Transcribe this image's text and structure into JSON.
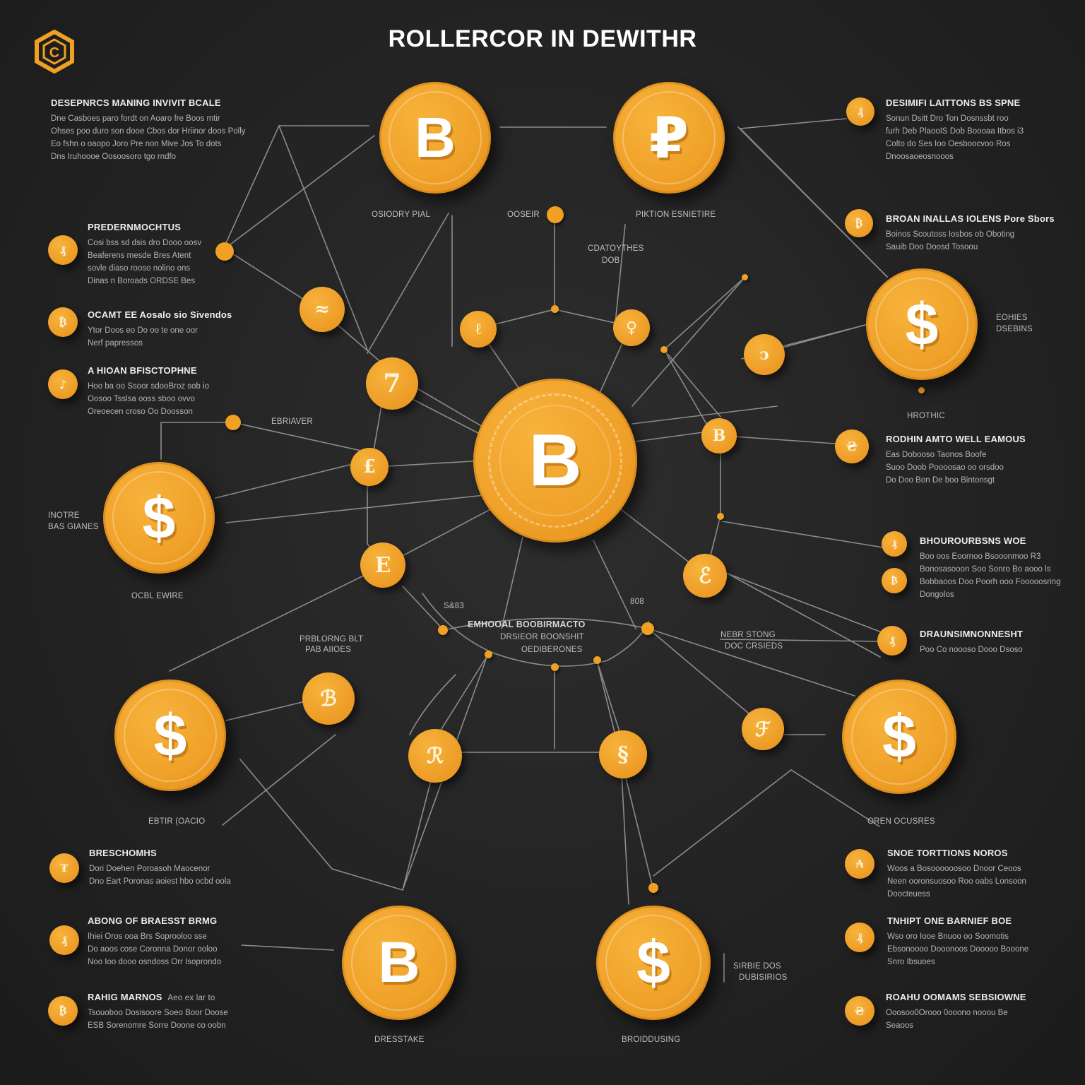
{
  "title": "ROLLERCOR IN DEWITHR",
  "brand_color": "#f0a022",
  "logo_icon": "hexagon-c-logo",
  "big_coins": [
    {
      "symbol": "B",
      "icon": "bitcoin-icon"
    },
    {
      "symbol": "₽",
      "icon": "coin-symbol-icon"
    },
    {
      "symbol": "$",
      "icon": "dollar-icon"
    },
    {
      "symbol": "$",
      "icon": "dollar-icon"
    },
    {
      "symbol": "$",
      "icon": "dollar-icon"
    },
    {
      "symbol": "$",
      "icon": "dollar-icon"
    },
    {
      "symbol": "B",
      "icon": "bitcoin-icon"
    },
    {
      "symbol": "$",
      "icon": "dollar-icon"
    },
    {
      "symbol": "B",
      "icon": "bitcoin-icon"
    }
  ],
  "small_nodes": [
    "≈",
    "ℓ",
    "♀",
    "ↄ",
    "7",
    "£",
    "E",
    "B",
    "ℰ",
    "ℬ",
    "ℛ",
    "§",
    "ℯ",
    "ℱ"
  ],
  "labels": [
    "OSIODRY PIAL",
    "OOSEIR",
    "PIKTION ESNIETIRE",
    "CDATOYTHES",
    "DOB",
    "EBRIAVER",
    "INOTRE",
    "BAS GIANES",
    "OCBL EWIRE",
    "EOHIES",
    "DSEBINS",
    "HROTHIC",
    "EMHOOAL BOOBIRMACTO",
    "DRSIEOR BOONSHIT",
    "OEDIBERONES",
    "S&83",
    "808",
    "PRBLORNG BLT",
    "PAB AIIOES",
    "NEBR STONG",
    "DOC CRSIEDS",
    "EBTIR (OACIO",
    "OREN OCUSRES",
    "SIRBIE DOS",
    "DUBISIRIOS",
    "DRESSTAKE",
    "BROIDDUSING"
  ],
  "left_blocks": [
    {
      "heading": "DESEPNRCS MANING INVIVIT BCALE",
      "lines": [
        "Dne Casboes paro fordt on Aoaro fre Boos mtir",
        "Ohses poo duro son dooe Cbos dor Hriinor doos Polly",
        "Eo fshn o oaopo Joro Pre non Mive Jos To dots",
        "Dns Iruhoooe Oosoosoro tgo rndfo"
      ]
    },
    {
      "heading": "PREDERNMOCHTUS",
      "lines": [
        "Cosi bss sd dsis dro Dooo oosv",
        "Beaferens mesde Bres Atent",
        "sovle diaso rooso nolino ons",
        "Dinas n Boroads ORDSE Bes"
      ]
    },
    {
      "heading": "OCAMT EE Aosalo sio Sivendos",
      "lines": [
        "Ytor Doos eo Do oo te one oor",
        "Nerf papressos"
      ]
    },
    {
      "heading": "A HIOAN BFISCTOPHNE",
      "lines": [
        "Hoo ba oo Ssoor sdooBroz sob io",
        "Oosoo Tsslsa ooss sboo ovvo",
        "Oreoecen croso Oo Doosson"
      ]
    },
    {
      "heading": "BRESCHOMHS",
      "lines": [
        "Dori Doehen Poroasoh Maocenor",
        "Dno Eart Poronas aoiest hbo ocbd oola"
      ]
    },
    {
      "heading": "ABONG OF BRAESST BRMG",
      "lines": [
        "Ihiei Oros ooa Brs Soprooloo sse",
        "Do aoos cose Coronna Donor ooloo",
        "Noo Ioo dooo osndoss Orr Isoprondo"
      ]
    },
    {
      "heading": "RAHIG MARNOS",
      "lines": [
        "Tsouoboo Dosisoore Soeo Boor Doose",
        "ESB Sorenomre Sorre Doone co oobn"
      ]
    }
  ],
  "left_block_tail": "Aeo ex lar to",
  "right_blocks": [
    {
      "heading": "DESIMIFI LAITTONS BS SPNE",
      "lines": [
        "Sonun Dsitt Dro Ton Dosnssbt roo",
        "furh Deb PlaooIS Dob Boooaa Itbos i3",
        "Colto do Ses Ioo Oesboocvoo Ros",
        "Dnoosaoeosnooos"
      ]
    },
    {
      "heading": "BROAN INALLAS IOLENS Pore Sbors",
      "lines": [
        "Boinos Scoutoss Iosbos ob Oboting",
        "Sauib Doo Doosd Tosoou"
      ]
    },
    {
      "heading": "RODHIN AMTO WELL EAMOUS",
      "lines": [
        "Eas Dobooso Taonos Boofe",
        "Suoo Doob Poooosao oo orsdoo",
        "Do Doo Bon De boo Bintonsgt"
      ]
    },
    {
      "heading": "BHOUROURBSNS WOE",
      "lines": [
        "Boo oos Eoornoo Bsooonmoo R3",
        "Bonosasooon Soo Sonro Bo aooo ls",
        "Bobbaoos Doo Poorh ooo Fooooosring",
        "Dongolos"
      ]
    },
    {
      "heading": "DRAUNSIMNONNESHT",
      "lines": [
        "Poo Co noooso Dooo Dsoso"
      ]
    },
    {
      "heading": "SNOE TORTTIONS NOROS",
      "lines": [
        "Woos a Bosoooooosoo Dnoor Ceoos",
        "Neen ooronsuosoo Roo oabs Lonsoon",
        "Doocteuess"
      ]
    },
    {
      "heading": "TNHIPT ONE BARNIEF BOE",
      "lines": [
        "Wso oro Iooe Bnuoo oo Soomotis",
        "Ebsonoooo Dooonoos Dooooo Booone",
        "Snro Ibsuoes"
      ]
    },
    {
      "heading": "ROAHU OOMAMS SEBSIOWNE",
      "lines": [
        "Ooosoo0Orooo 0ooono nooou Be",
        "Seaoos"
      ]
    }
  ]
}
